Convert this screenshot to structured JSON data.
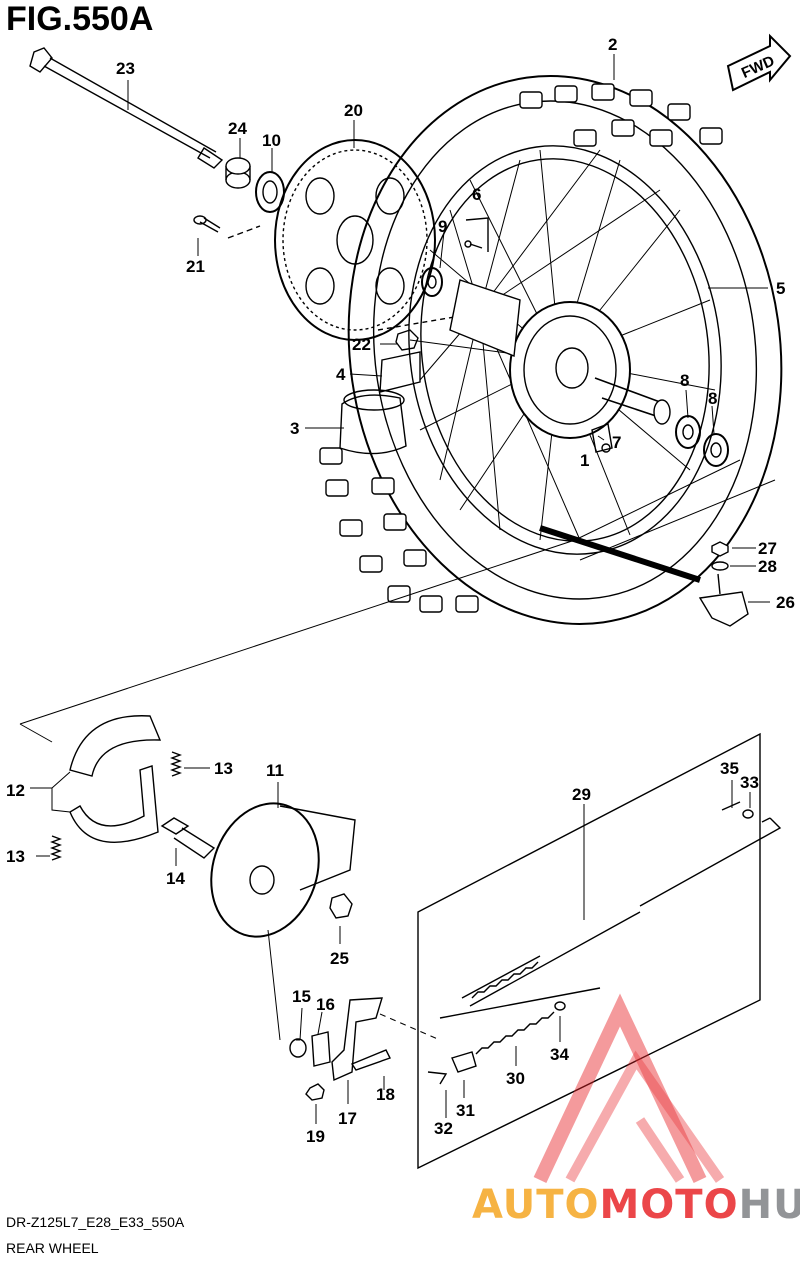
{
  "header": {
    "figure_title": "FIG.550A"
  },
  "direction_badge": {
    "label": "FWD"
  },
  "callouts": {
    "c1": "1",
    "c2": "2",
    "c3": "3",
    "c4": "4",
    "c5": "5",
    "c6": "6",
    "c7": "7",
    "c8a": "8",
    "c8b": "8",
    "c9": "9",
    "c10": "10",
    "c11": "11",
    "c12": "12",
    "c13a": "13",
    "c13b": "13",
    "c14": "14",
    "c15": "15",
    "c16": "16",
    "c17": "17",
    "c18": "18",
    "c19": "19",
    "c20": "20",
    "c21": "21",
    "c22": "22",
    "c23": "23",
    "c24": "24",
    "c25": "25",
    "c26": "26",
    "c27": "27",
    "c28": "28",
    "c29": "29",
    "c30": "30",
    "c31": "31",
    "c32": "32",
    "c33": "33",
    "c34": "34",
    "c35": "35"
  },
  "footer": {
    "model_code": "DR-Z125L7_E28_E33_550A",
    "section_name": "REAR WHEEL"
  },
  "watermark": {
    "part1": "AUTO",
    "part2": "MOTO",
    "part3": "HUB",
    "color_orange": "#f5a623",
    "color_red": "#e8262a",
    "color_gray": "#808285"
  }
}
